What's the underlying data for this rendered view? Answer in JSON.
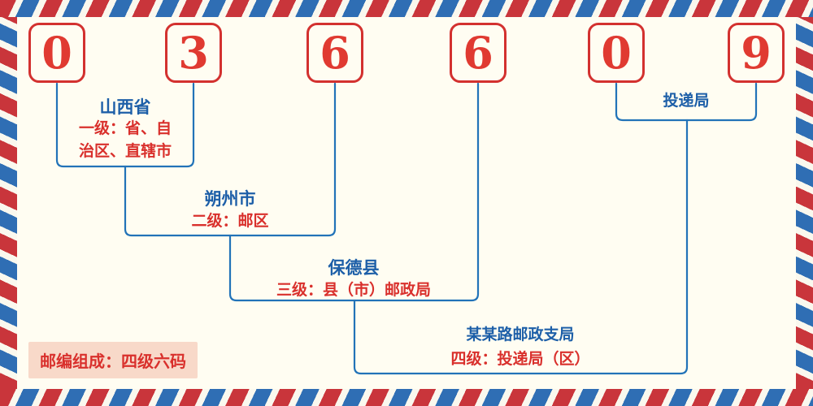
{
  "postal_code": {
    "digits": [
      "0",
      "3",
      "6",
      "6",
      "0",
      "9"
    ]
  },
  "labels": {
    "level1": {
      "name": "山西省",
      "desc": "一级：省、自治区、直辖市"
    },
    "level2": {
      "name": "朔州市",
      "desc": "二级：邮区"
    },
    "level3": {
      "name": "保德县",
      "desc": "三级：县（市）邮政局"
    },
    "level4": {
      "name": "某某路邮政支局",
      "desc": "四级：投递局（区）"
    },
    "delivery": {
      "name": "投递局"
    }
  },
  "footer": {
    "composition": "邮编组成：四级六码"
  },
  "colors": {
    "digit_red": "#e03a31",
    "box_border_red": "#d3312f",
    "line_blue": "#2273b8",
    "label_blue": "#1d5fa8",
    "desc_red": "#d9302c",
    "background_cream": "#fffdf2",
    "footer_bg": "#f8d9c9",
    "stripe_red": "#c9353b",
    "stripe_blue": "#2f6eb4"
  }
}
